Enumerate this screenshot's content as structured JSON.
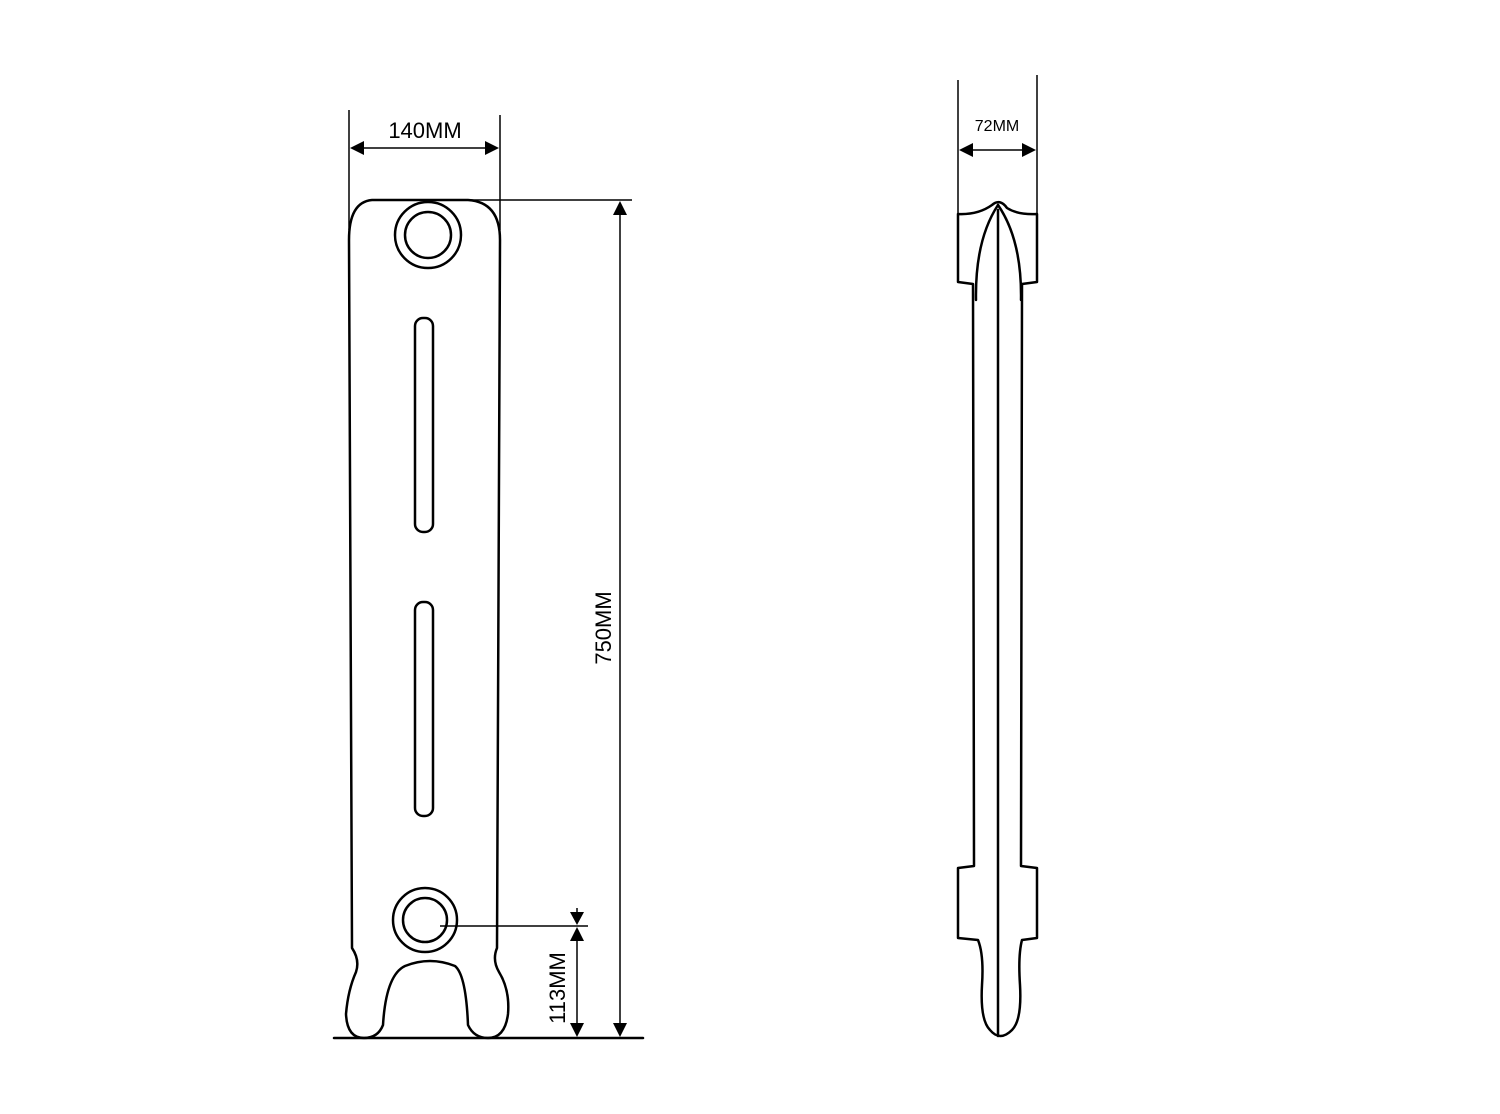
{
  "drawing": {
    "front_view": {
      "width_label": "140MM",
      "height_label": "750MM",
      "pipe_height_label": "113MM"
    },
    "side_view": {
      "depth_label": "72MM"
    }
  }
}
